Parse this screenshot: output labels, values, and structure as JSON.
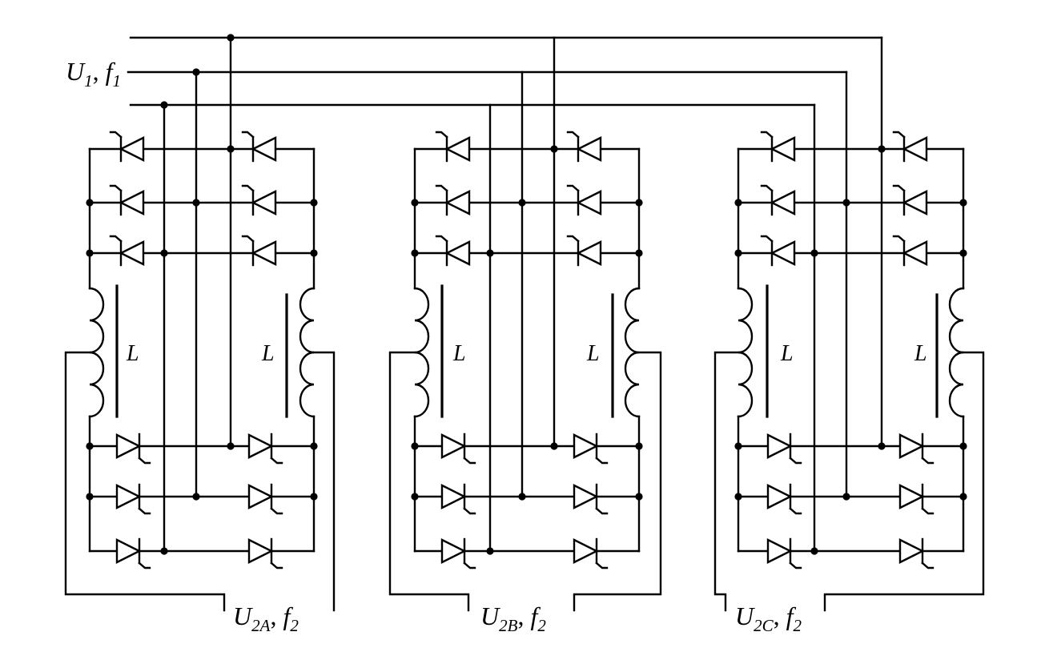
{
  "colors": {
    "ink": "#000000",
    "paper": "#ffffff"
  },
  "input_label": {
    "u": "U",
    "u_sub": "1",
    "sep": ",",
    "f": "f",
    "f_sub": "1"
  },
  "modules": [
    {
      "inductor_left": "L",
      "inductor_right": "L",
      "output_label": {
        "u": "U",
        "u_sub": "2A",
        "sep": ",",
        "f": "f",
        "f_sub": "2"
      }
    },
    {
      "inductor_left": "L",
      "inductor_right": "L",
      "output_label": {
        "u": "U",
        "u_sub": "2B",
        "sep": ",",
        "f": "f",
        "f_sub": "2"
      }
    },
    {
      "inductor_left": "L",
      "inductor_right": "L",
      "output_label": {
        "u": "U",
        "u_sub": "2C",
        "sep": ",",
        "f": "f",
        "f_sub": "2"
      }
    }
  ]
}
